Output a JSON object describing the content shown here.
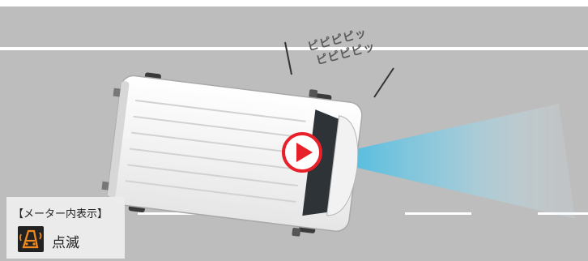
{
  "sound_effect": {
    "line1": "ピピピピッ",
    "line2": "ピピピピッ"
  },
  "meter_indicator": {
    "label": "【メーター内表示】",
    "status": "点滅",
    "icon": "vehicle-sensor-icon",
    "icon_color": "#f08a1e"
  },
  "colors": {
    "road": "#bdbdbd",
    "lane_line": "#ffffff",
    "sensor_beam": "#3fbfe3",
    "sensor_marker": "#e8202a"
  }
}
